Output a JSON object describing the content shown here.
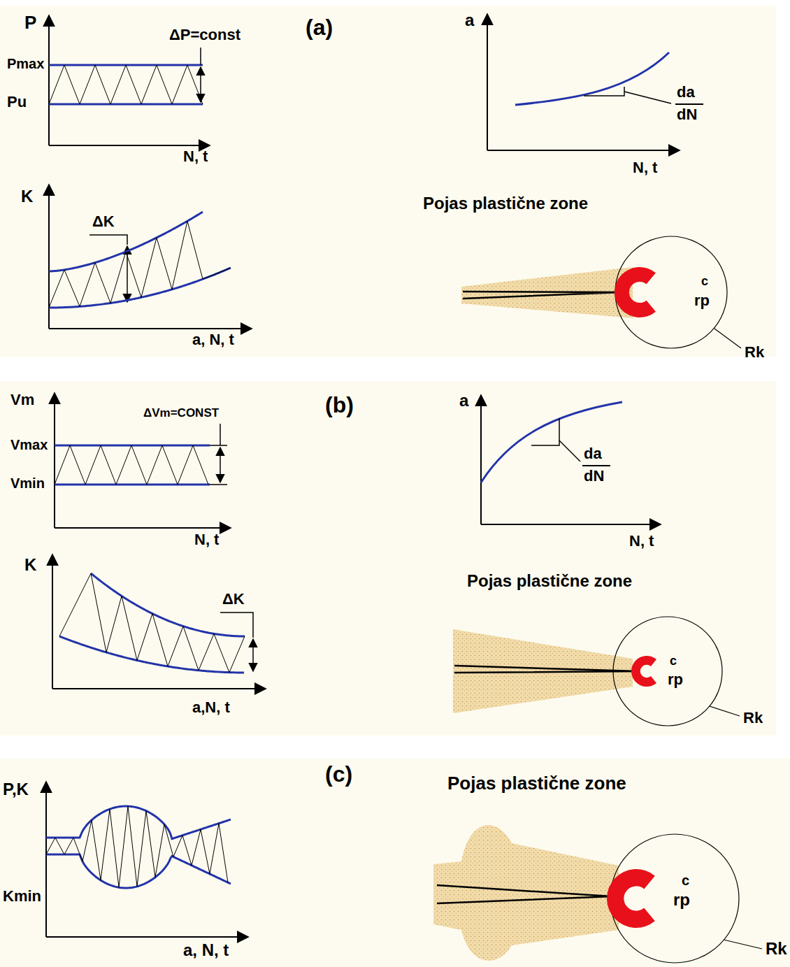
{
  "diagram": {
    "labels": [
      "P",
      "ΔP=const",
      "(a)",
      "Pmax",
      "Pu",
      "N, t",
      "a",
      "da",
      "dN",
      "N, t",
      "K",
      "ΔK",
      "a, N, t",
      "Pojas plastične zone",
      "c",
      "rp",
      "Rk",
      "Vm",
      "ΔVm=CONST",
      "(b)",
      "Vmax",
      "Vmin",
      "N, t",
      "a",
      "da",
      "dN",
      "N, t",
      "K",
      "ΔK",
      "a,N, t",
      "Pojas plastične zone",
      "c",
      "rp",
      "Rk",
      "(c)",
      "Pojas plastične zone",
      "P,K",
      "Kmin",
      "a, N, t",
      "c",
      "rp",
      "Rk"
    ]
  }
}
